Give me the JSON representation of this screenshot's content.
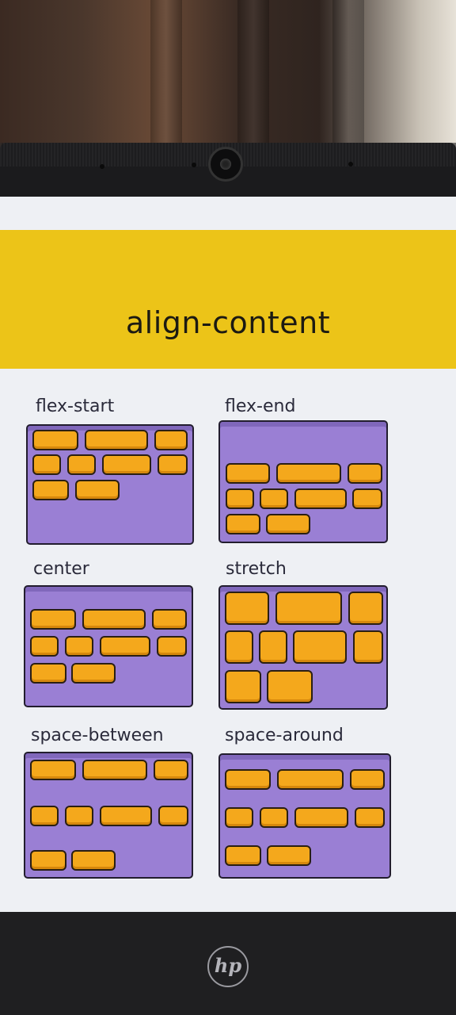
{
  "title": "align-content",
  "logo": "hp",
  "panels": [
    {
      "label": "flex-start"
    },
    {
      "label": "flex-end"
    },
    {
      "label": "center"
    },
    {
      "label": "stretch"
    },
    {
      "label": "space-between"
    },
    {
      "label": "space-around"
    }
  ],
  "colors": {
    "banner": "#ecc418",
    "panel": "#9a7fd4",
    "block": "#f4a81c",
    "screen": "#eef0f4"
  }
}
